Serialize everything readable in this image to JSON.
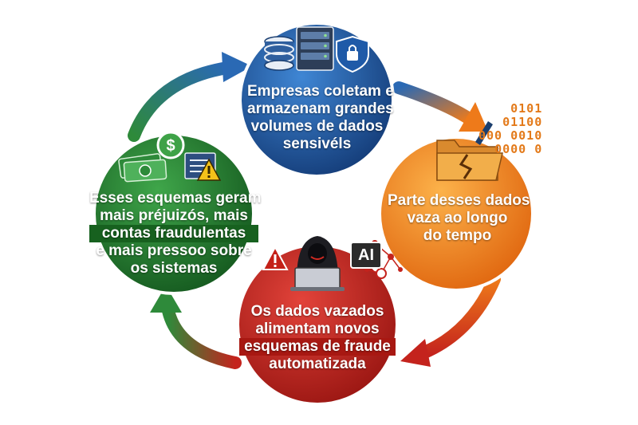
{
  "nodes": {
    "top": {
      "lines": [
        "Empresas coletam e",
        "armazenam grandes",
        "volumes de dados",
        "sensivéls"
      ],
      "color": "#1c4f94"
    },
    "right": {
      "lines": [
        "Parte desses dados",
        "vaza ao longo",
        "do tempo"
      ],
      "color": "#ee8a1f"
    },
    "bottom": {
      "lines": [
        "Os dados vazados",
        "alimentam novos",
        "esquemas de fraude",
        "automatizada"
      ],
      "color": "#c4231d"
    },
    "left": {
      "lines": [
        "Esses esquemas geram",
        "mais préjuizós, mais",
        "contas fraudulentas",
        "e mais pressoo sobre",
        "os sistemas"
      ],
      "color": "#1f7a2e"
    }
  },
  "icons": {
    "top": [
      "database-icon",
      "server-icon",
      "shield-lock-icon"
    ],
    "right": [
      "folder-crack-icon",
      "binary-data-icon"
    ],
    "bottom": [
      "hacker-laptop-icon",
      "warning-icon",
      "ai-badge-icon",
      "network-icon"
    ],
    "left": [
      "money-icon",
      "dollar-coin-icon",
      "document-warning-icon"
    ]
  },
  "ai_badge": "AI",
  "binary_lines": [
    "0101",
    "01100",
    "000 0010",
    "0000 0"
  ],
  "arrow_colors": {
    "blue": "#2a69b4",
    "orange": "#ee7a1a",
    "red": "#c4231d",
    "green": "#2e8a3a"
  }
}
